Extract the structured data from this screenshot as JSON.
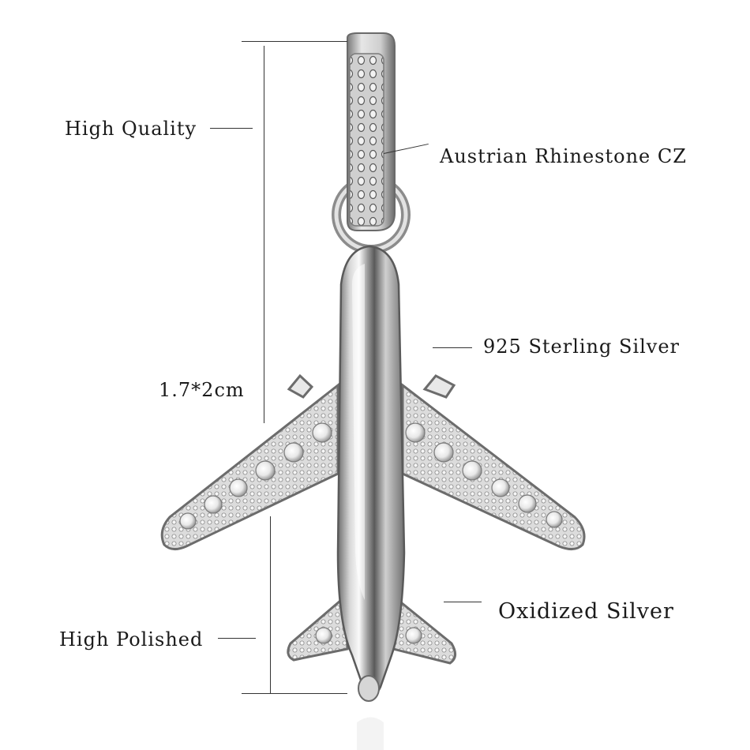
{
  "product": {
    "icon": "airplane-pendant"
  },
  "annotations": {
    "high_quality": "High Quality",
    "rhinestone": "Austrian Rhinestone CZ",
    "sterling": "925 Sterling Silver",
    "size": "1.7*2cm",
    "oxidized": "Oxidized Silver",
    "polished": "High Polished"
  },
  "colors": {
    "silver_dark": "#5a5a5a",
    "silver_light": "#f4f4f4",
    "text": "#1a1a1a"
  }
}
